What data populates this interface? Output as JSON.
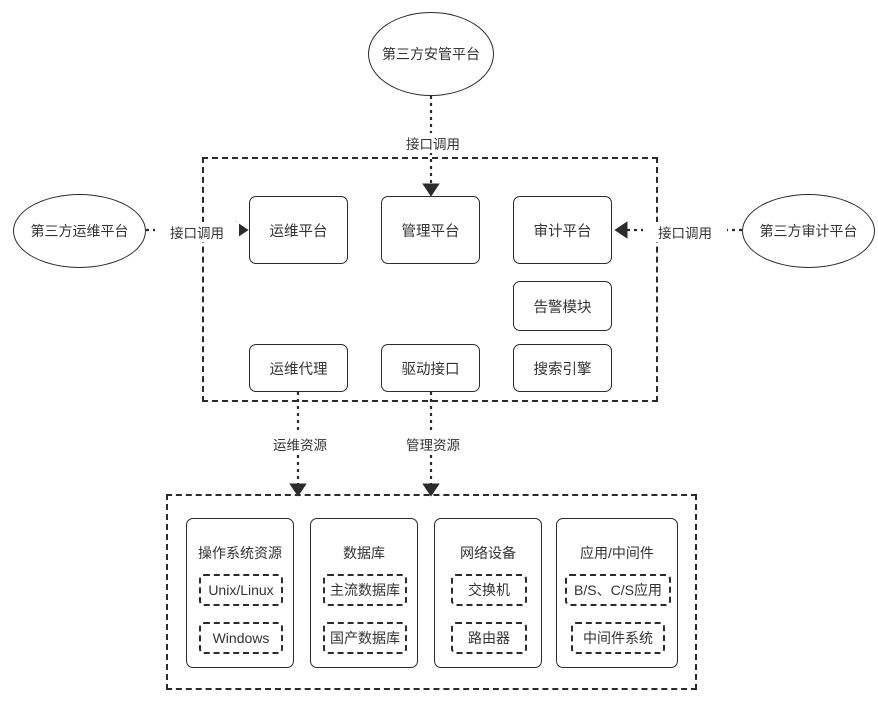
{
  "diagram": {
    "title_present": false,
    "colors": {
      "stroke": "#2b2b2b",
      "text": "#333333",
      "background": "#ffffff"
    },
    "external_systems": [
      {
        "id": "third-party-security-platform",
        "label": "第三方安管平台"
      },
      {
        "id": "third-party-ops-platform",
        "label": "第三方运维平台"
      },
      {
        "id": "third-party-audit-platform",
        "label": "第三方审计平台"
      }
    ],
    "edge_labels": {
      "top_interface": "接口调用",
      "left_interface": "接口调用",
      "right_interface": "接口调用",
      "ops_resource": "运维资源",
      "manage_resource": "管理资源"
    },
    "platform_layer": {
      "modules": [
        {
          "id": "ops-platform",
          "label": "运维平台"
        },
        {
          "id": "manage-platform",
          "label": "管理平台"
        },
        {
          "id": "audit-platform",
          "label": "审计平台"
        },
        {
          "id": "alarm-module",
          "label": "告警模块"
        },
        {
          "id": "ops-agent",
          "label": "运维代理"
        },
        {
          "id": "driver-interface",
          "label": "驱动接口"
        },
        {
          "id": "search-engine",
          "label": "搜索引擎"
        }
      ]
    },
    "resource_layer": {
      "groups": [
        {
          "id": "os-resource",
          "title": "操作系统资源",
          "items": [
            "Unix/Linux",
            "Windows"
          ]
        },
        {
          "id": "database",
          "title": "数据库",
          "items": [
            "主流数据库",
            "国产数据库"
          ]
        },
        {
          "id": "network-device",
          "title": "网络设备",
          "items": [
            "交换机",
            "路由器"
          ]
        },
        {
          "id": "app-middleware",
          "title": "应用/中间件",
          "items": [
            "B/S、C/S应用",
            "中间件系统"
          ]
        }
      ]
    }
  }
}
